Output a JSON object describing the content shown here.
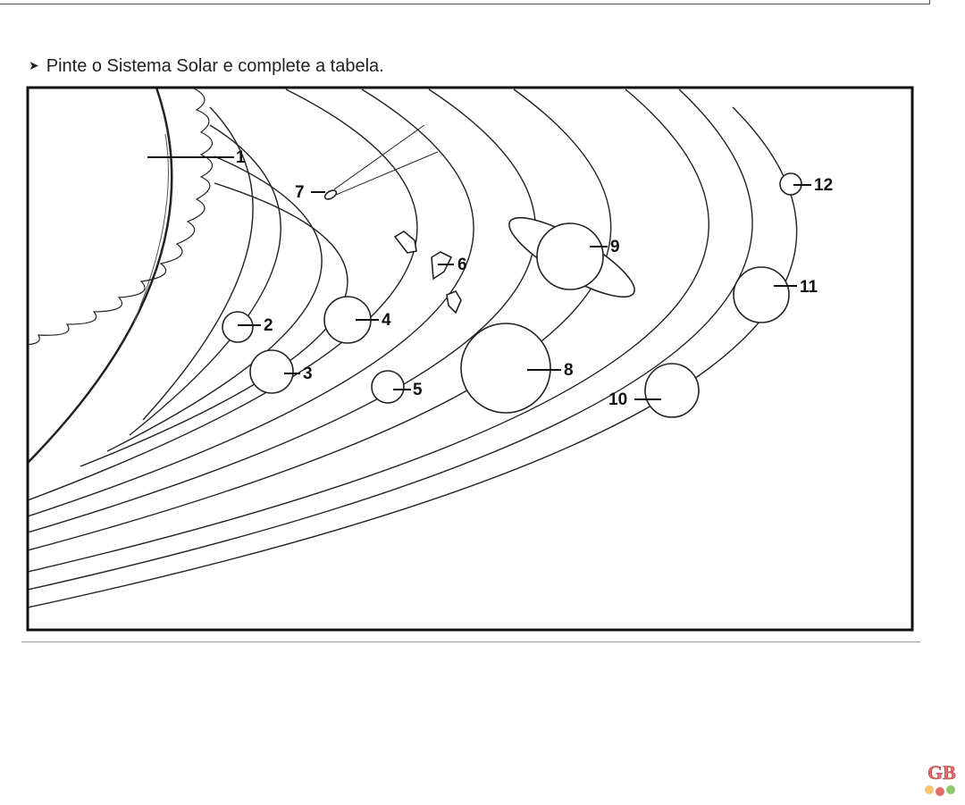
{
  "instruction": {
    "bullet_icon": "arrowhead-bullet-icon",
    "text": "Pinte o Sistema Solar e complete a tabela."
  },
  "diagram": {
    "labels": [
      "1",
      "2",
      "3",
      "4",
      "5",
      "6",
      "7",
      "8",
      "9",
      "10",
      "11",
      "12"
    ]
  },
  "watermark": {
    "logo_icon": "gb-logo-icon",
    "text": "GB"
  }
}
